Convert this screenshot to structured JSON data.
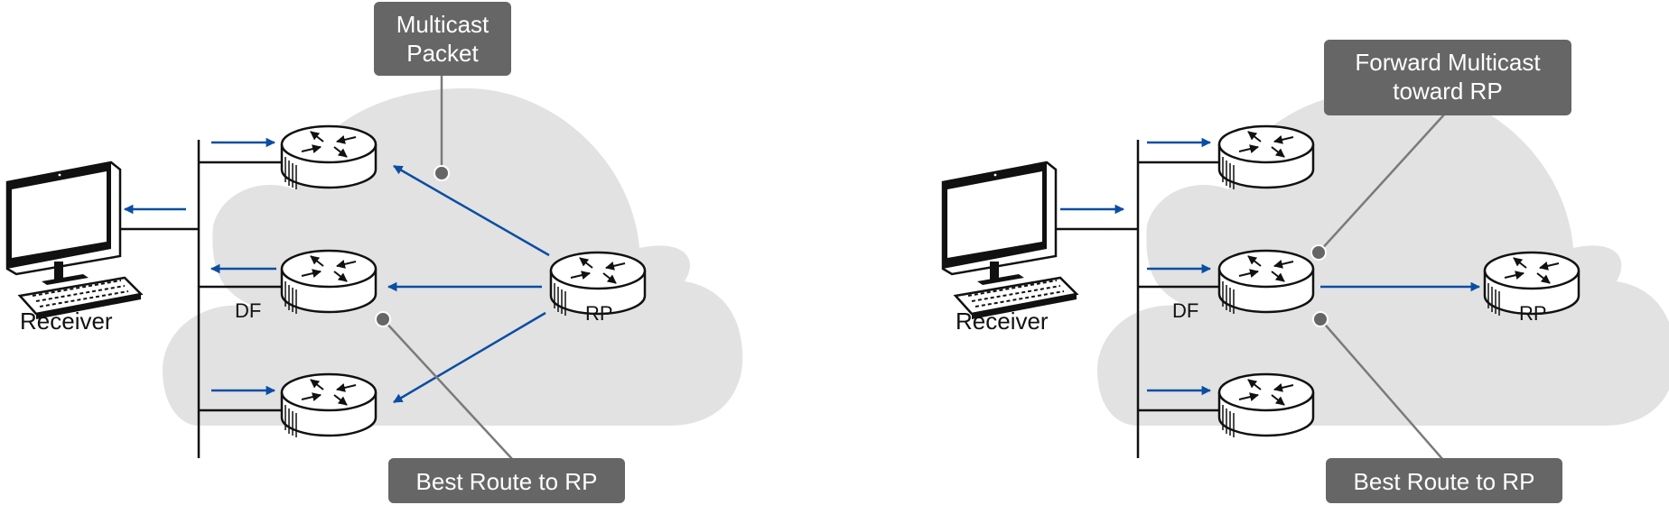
{
  "colors": {
    "cloud": "#e2e2e2",
    "flow_arrow": "#0a4ea3",
    "callout_bg": "#666666",
    "callout_line": "#7a7a7a",
    "router_stroke": "#111111"
  },
  "left_panel": {
    "host_label": "Receiver",
    "df_label": "DF",
    "rp_label": "RP",
    "callout_top": [
      "Multicast",
      "Packet"
    ],
    "callout_bottom": "Best Route to RP"
  },
  "right_panel": {
    "host_label": "Receiver",
    "df_label": "DF",
    "rp_label": "RP",
    "callout_top": [
      "Forward Multicast",
      "toward RP"
    ],
    "callout_bottom": "Best Route to RP"
  }
}
